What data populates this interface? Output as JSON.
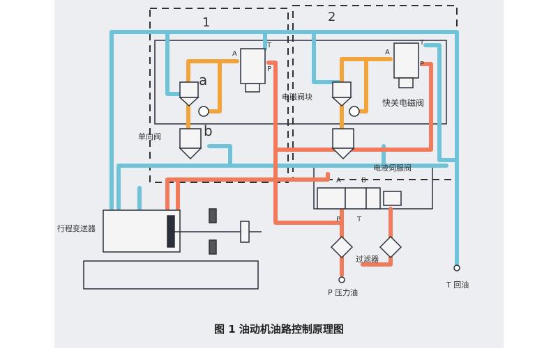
{
  "caption": "图 1  油动机油路控制原理图",
  "labels": {
    "block1": "1",
    "block2": "2",
    "valve_a": "a",
    "valve_b": "b",
    "port_A1": "A",
    "port_T1": "T",
    "port_P1": "P",
    "port_A2": "A",
    "port_T2": "T",
    "port_P2": "P",
    "port_A3": "A",
    "port_B3": "B",
    "port_P3": "P",
    "port_T3": "T",
    "solenoid_block": "电磁阀块",
    "fast_close_valve": "快关电磁阀",
    "check_valve": "单向阀",
    "servo_valve": "电液伺服阀",
    "lvdt": "行程变送器",
    "filter": "过滤器",
    "pressure_oil": "P 压力油",
    "return_oil": "T 回油"
  },
  "colors": {
    "pressure_line": "#f07a5a",
    "pilot_line": "#f2a33a",
    "return_line": "#6fc3d8",
    "ink": "#2a2f3a"
  }
}
